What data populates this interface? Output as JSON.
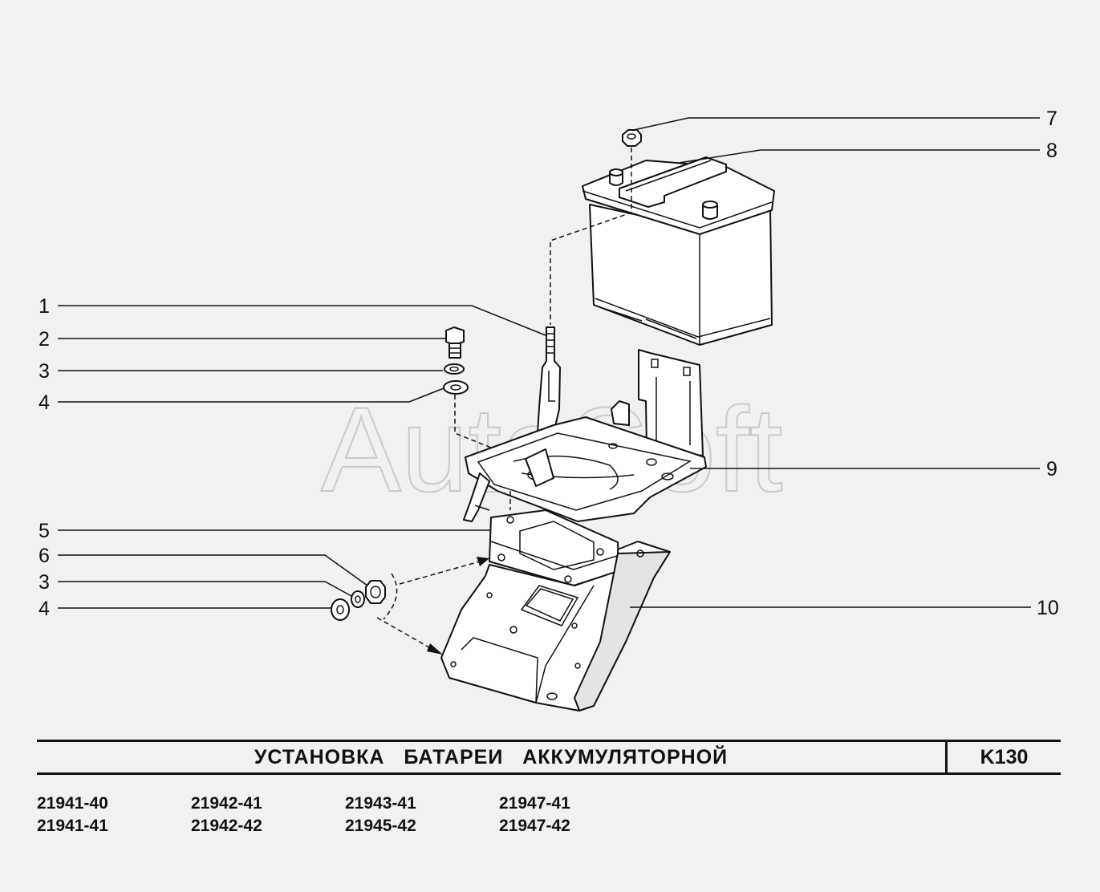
{
  "watermark": "AutoSoft",
  "callouts": [
    {
      "id": "c7",
      "number": "7"
    },
    {
      "id": "c8",
      "number": "8"
    },
    {
      "id": "c1",
      "number": "1"
    },
    {
      "id": "c2",
      "number": "2"
    },
    {
      "id": "c3a",
      "number": "3"
    },
    {
      "id": "c4a",
      "number": "4"
    },
    {
      "id": "c9",
      "number": "9"
    },
    {
      "id": "c5",
      "number": "5"
    },
    {
      "id": "c6",
      "number": "6"
    },
    {
      "id": "c3b",
      "number": "3"
    },
    {
      "id": "c4b",
      "number": "4"
    },
    {
      "id": "c10",
      "number": "10"
    }
  ],
  "title": "УСТАНОВКА   БАТАРЕИ   АККУМУЛЯТОРНОЙ",
  "page_code": "K130",
  "models": [
    "21941-40",
    "21941-41",
    "21942-41",
    "21942-42",
    "21943-41",
    "21945-42",
    "21947-41",
    "21947-42"
  ]
}
